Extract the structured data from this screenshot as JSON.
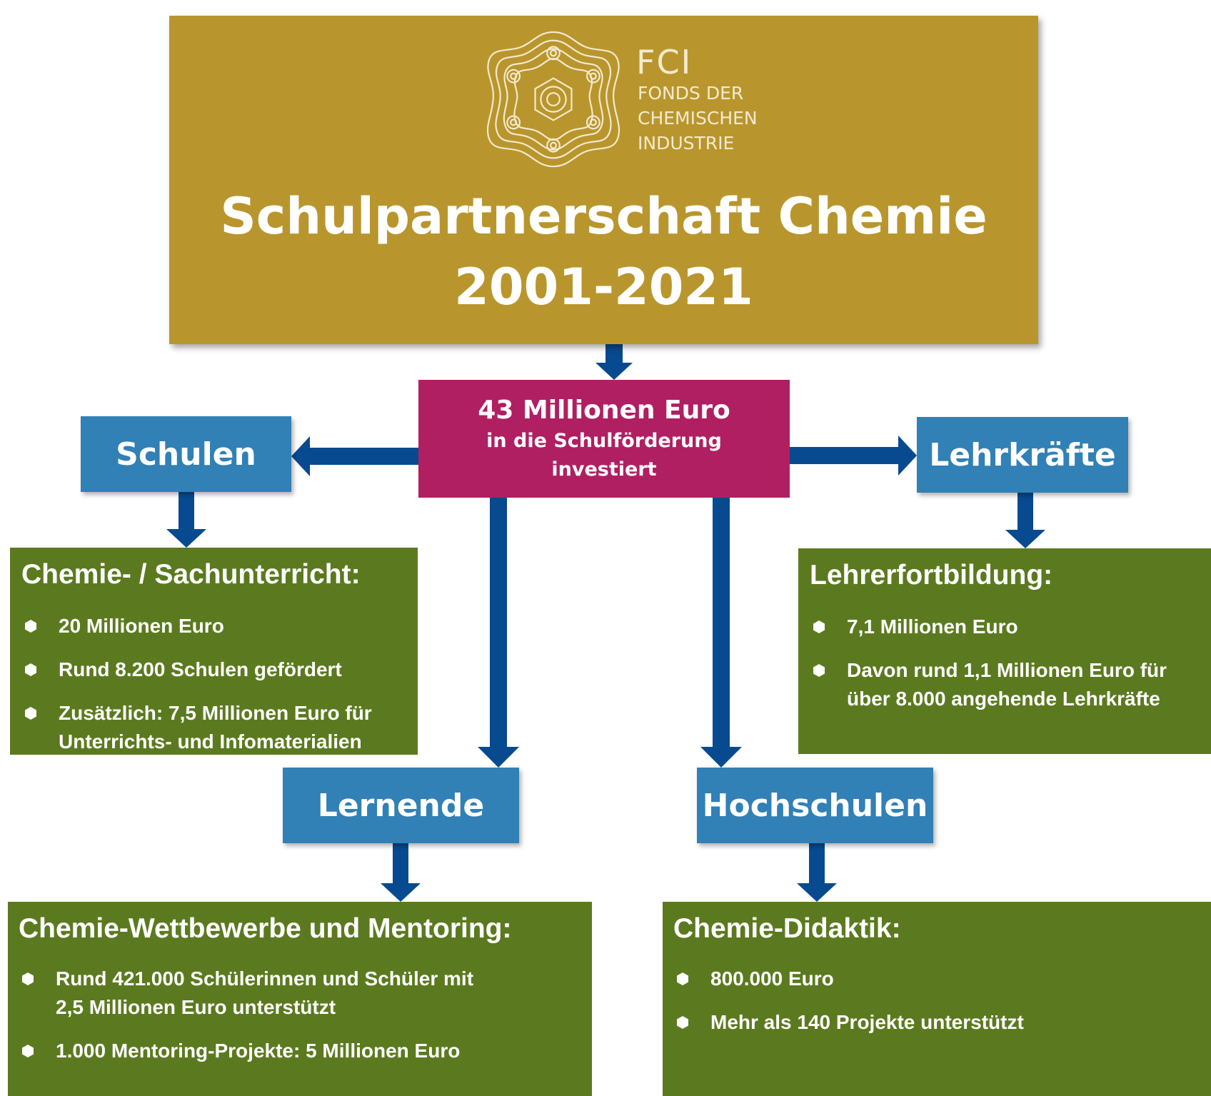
{
  "header": {
    "logo": {
      "abbr": "FCI",
      "line1": "FONDS DER",
      "line2": "CHEMISCHEN",
      "line3": "INDUSTRIE"
    },
    "title_line1": "Schulpartnerschaft Chemie",
    "title_line2": "2001-2021"
  },
  "center": {
    "amount": "43 Millionen Euro",
    "line2": "in die Schulförderung",
    "line3": "investiert"
  },
  "categories": {
    "schulen": "Schulen",
    "lehrkraefte": "Lehrkräfte",
    "lernende": "Lernende",
    "hochschulen": "Hochschulen"
  },
  "details": {
    "schulen": {
      "heading": "Chemie- / Sachunterricht:",
      "bullets": [
        [
          "20 Millionen Euro"
        ],
        [
          "Rund 8.200 Schulen gefördert"
        ],
        [
          "Zusätzlich: 7,5 Millionen Euro für",
          "Unterrichts- und Infomaterialien"
        ]
      ]
    },
    "lehrkraefte": {
      "heading": "Lehrerfortbildung:",
      "bullets": [
        [
          "7,1 Millionen Euro"
        ],
        [
          "Davon  rund 1,1 Millionen Euro für",
          "über 8.000 angehende Lehrkräfte"
        ]
      ]
    },
    "lernende": {
      "heading": "Chemie-Wettbewerbe und Mentoring:",
      "bullets": [
        [
          "Rund 421.000 Schülerinnen und Schüler mit",
          "2,5 Millionen Euro unterstützt"
        ],
        [
          "1.000 Mentoring-Projekte: 5 Millionen Euro"
        ]
      ]
    },
    "hochschulen": {
      "heading": "Chemie-Didaktik:",
      "bullets": [
        [
          "800.000 Euro"
        ],
        [
          "Mehr als 140 Projekte unterstützt"
        ]
      ]
    }
  },
  "colors": {
    "header_gold": "#b9962d",
    "center_magenta": "#b01f62",
    "category_blue": "#3180b6",
    "detail_green": "#5b7a1f",
    "arrow_blue": "#084a8f"
  }
}
